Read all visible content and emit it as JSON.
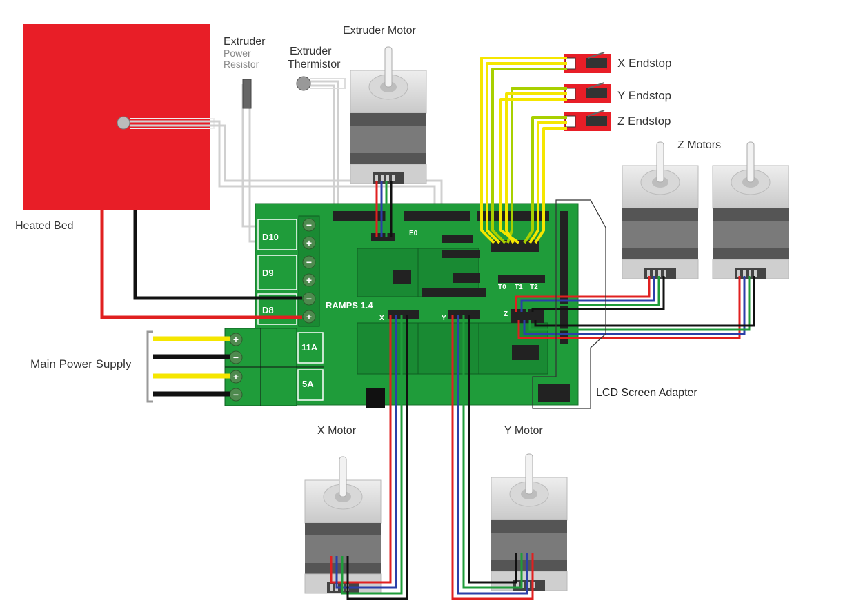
{
  "labels": {
    "heated_bed": "Heated Bed",
    "extruder": "Extruder",
    "power_resistor_line1": "Power",
    "power_resistor_line2": "Resistor",
    "extruder_thermistor_line1": "Extruder",
    "extruder_thermistor_line2": "Thermistor",
    "extruder_motor": "Extruder Motor",
    "x_endstop": "X Endstop",
    "y_endstop": "Y Endstop",
    "z_endstop": "Z Endstop",
    "z_motors": "Z Motors",
    "main_power_supply": "Main Power Supply",
    "lcd_screen_adapter": "LCD Screen Adapter",
    "x_motor": "X Motor",
    "y_motor": "Y Motor"
  },
  "board": {
    "name": "RAMPS 1.4",
    "d10": "D10",
    "d9": "D9",
    "d8": "D8",
    "fuse_11a": "11A",
    "fuse_5a": "5A",
    "e0": "E0",
    "t0": "T0",
    "t1": "T1",
    "t2": "T2",
    "x": "X",
    "y": "Y",
    "z": "Z",
    "minus": "−",
    "plus": "+"
  },
  "colors": {
    "board_green": "#1f9c3a",
    "board_dark": "#157a2c",
    "bed_red": "#e81e27",
    "wire_red": "#e02020",
    "wire_blue": "#2b3fa8",
    "wire_green": "#1f9c3a",
    "wire_black": "#111111",
    "wire_yellow": "#f5e600",
    "wire_gray": "#d6d6d6"
  }
}
